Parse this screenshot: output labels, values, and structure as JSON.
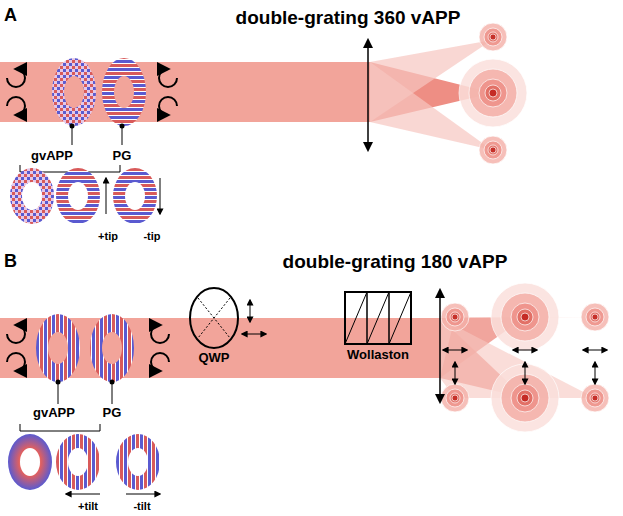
{
  "diagram": {
    "labels": [
      "A",
      "double-grating 360 vAPP",
      "gvAPP",
      "PG",
      "+tip",
      "-tip",
      "B",
      "double-grating 180 vAPP",
      "gvAPP",
      "PG",
      "+tilt",
      "-tilt",
      "QWP",
      "Wollaston"
    ]
  }
}
